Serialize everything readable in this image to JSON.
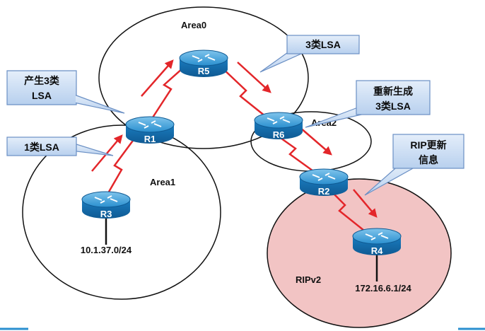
{
  "areas": {
    "area0": "Area0",
    "area1": "Area1",
    "area2": "Area2",
    "ripv2": "RIPv2"
  },
  "routers": {
    "r1": "R1",
    "r2": "R2",
    "r3": "R3",
    "r4": "R4",
    "r5": "R5",
    "r6": "R6"
  },
  "networks": {
    "r3_net": "10.1.37.0/24",
    "r4_net": "172.16.6.1/24"
  },
  "callouts": {
    "type1": [
      "1类LSA"
    ],
    "produce3": [
      "产生3类",
      "LSA"
    ],
    "type3": [
      "3类LSA"
    ],
    "regen3": [
      "重新生成",
      "3类LSA"
    ],
    "rip_update": [
      "RIP更新",
      "信息"
    ]
  },
  "colors": {
    "router_body": "#1f86c9",
    "link": "#e3262a",
    "arrow": "#e3262a",
    "rip_fill": "#f2c4c4",
    "callout_fill": "#c9dcf2",
    "callout_border": "#6a8fc4"
  }
}
